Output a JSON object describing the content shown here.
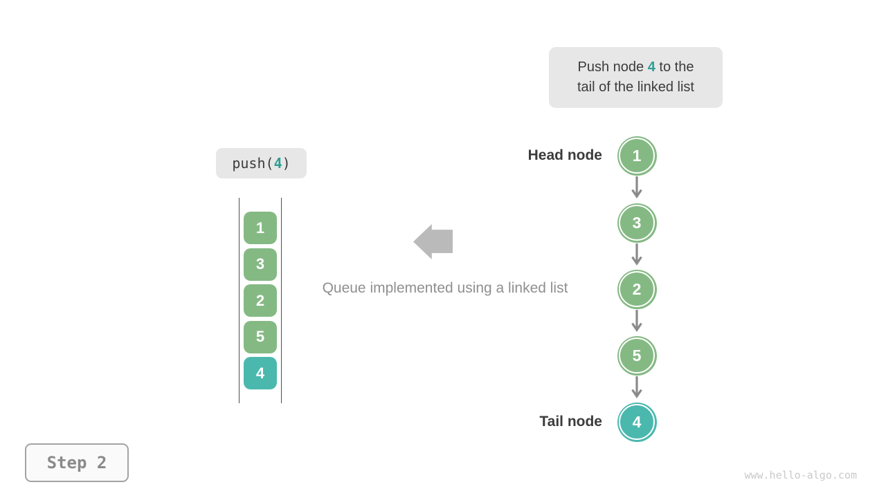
{
  "page": {
    "step_label": "Step 2",
    "watermark": "www.hello-algo.com"
  },
  "callout": {
    "line1_before": "Push node ",
    "highlight": "4",
    "line1_after": " to the",
    "line2": "tail of the linked list"
  },
  "operation": {
    "prefix": "push(",
    "arg": "4",
    "suffix": ")"
  },
  "queue": {
    "items": [
      {
        "value": "1",
        "type": "normal"
      },
      {
        "value": "3",
        "type": "normal"
      },
      {
        "value": "2",
        "type": "normal"
      },
      {
        "value": "5",
        "type": "normal"
      },
      {
        "value": "4",
        "type": "highlight"
      }
    ]
  },
  "caption": "Queue implemented using a linked list",
  "linked_list": {
    "head_label": "Head node",
    "tail_label": "Tail node",
    "nodes": [
      {
        "value": "1",
        "type": "normal"
      },
      {
        "value": "3",
        "type": "normal"
      },
      {
        "value": "2",
        "type": "normal"
      },
      {
        "value": "5",
        "type": "normal"
      },
      {
        "value": "4",
        "type": "highlight"
      }
    ]
  },
  "colors": {
    "green": "#85b984",
    "teal": "#4bb8ae",
    "teal_text": "#2f9e93",
    "box_bg": "#e7e7e7",
    "text_dark": "#3b3b3b",
    "text_gray": "#8f8f8f",
    "gray_arrow": "#bababa",
    "connector": "#8a8a8a",
    "wall": "#4d4d4d"
  }
}
